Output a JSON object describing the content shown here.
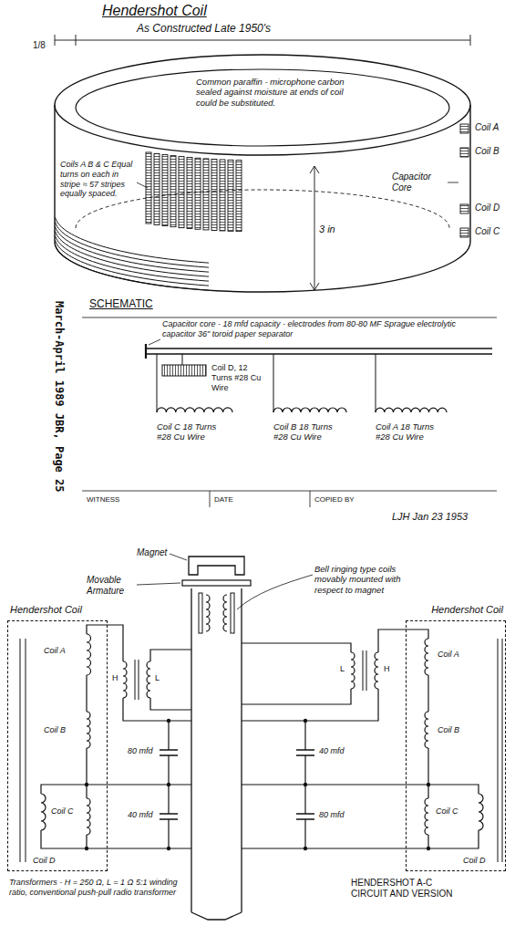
{
  "diagram": {
    "title": "Hendershot Coil",
    "nodes": [
      {
        "text": [
          "Hendershot Coil"
        ]
      },
      {
        "text": [
          "Hendershot Coil"
        ]
      }
    ],
    "labels": [
      "As Constructed Late 1950's",
      "1/8",
      "Common paraffin - microphone carbon sealed against moisture at ends of coil could be substituted.",
      "Coils A B & C Equal turns on each in stripe ≈ 57 stripes equally spaced.",
      "Capacitor Core",
      "Coil A",
      "Coil B",
      "Coil D",
      "Coil C",
      "3 in",
      "March-April 1989 JBR, Page 25",
      "SCHEMATIC",
      "Capacitor core - 18 mfd capacity - electrodes from 80-80 MF Sprague electrolytic capacitor 36\" toroid paper separator",
      "Coil D, 12 Turns #28 Cu Wire",
      "Coil C 18 Turns #28 Cu Wire",
      "Coil B 18 Turns #28 Cu Wire",
      "Coil A 18 Turns #28 Cu Wire",
      "WITNESS",
      "DATE",
      "COPIED BY",
      "LJH Jan 23 1953",
      "Magnet",
      "Movable Armature",
      "Bell ringing type coils movably mounted with respect to magnet",
      "Coil A",
      "H",
      "L",
      "Coil B",
      "80 mfd",
      "Coil C",
      "Coil D",
      "40 mfd",
      "40 mfd",
      "80 mfd",
      "L",
      "H",
      "Coil A",
      "Coil B",
      "Coil C",
      "Coil D",
      "Transformers - H = 250 Ω, L = 1 Ω 5:1 winding ratio, conventional push-pull radio transformer",
      "HENDERSHOT A-C CIRCUIT AND VERSION"
    ]
  }
}
